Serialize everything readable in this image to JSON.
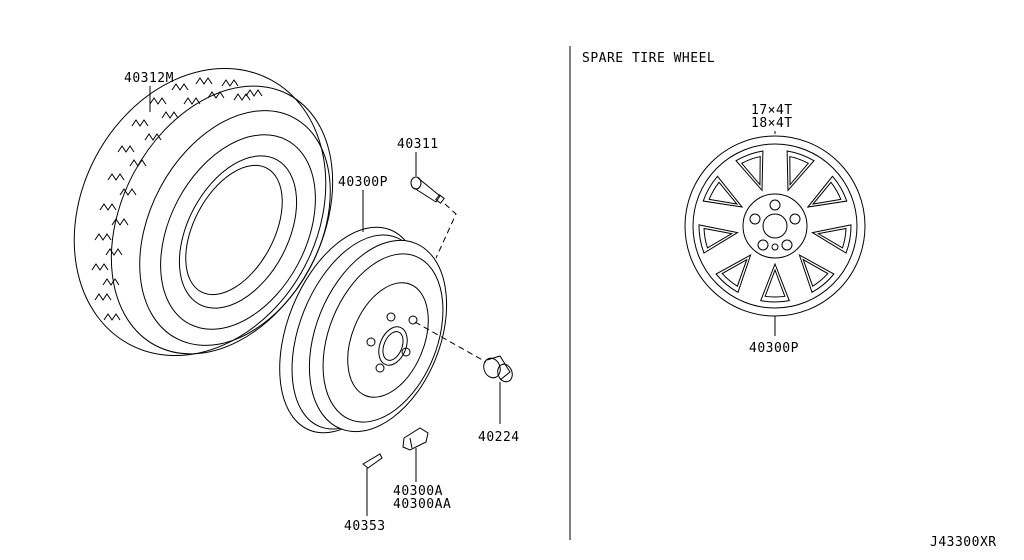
{
  "diagram": {
    "catalog_code": "J43300XR",
    "section_title": "SPARE TIRE WHEEL",
    "parts": [
      {
        "id": "tire",
        "part_number": "40312M"
      },
      {
        "id": "valve",
        "part_number": "40311"
      },
      {
        "id": "steel-wheel",
        "part_number": "40300P"
      },
      {
        "id": "wheel-nut",
        "part_number": "40224"
      },
      {
        "id": "balance-weight",
        "part_number": "40300A"
      },
      {
        "id": "balance-weight-alt",
        "part_number": "40300AA"
      },
      {
        "id": "tape-weight",
        "part_number": "40353"
      },
      {
        "id": "spare-alloy-wheel",
        "part_number": "40300P"
      }
    ],
    "spare_sizes": [
      "17×4T",
      "18×4T"
    ]
  }
}
